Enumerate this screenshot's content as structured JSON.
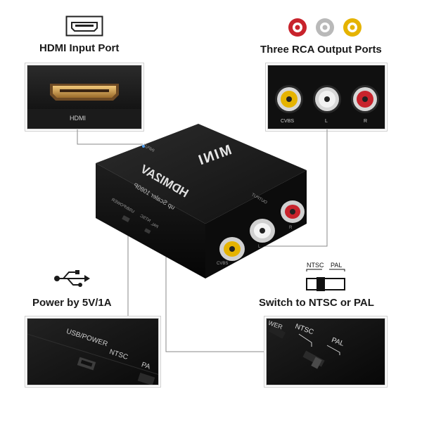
{
  "captions": {
    "hdmi_input_port": "HDMI Input Port",
    "three_rca_output_ports": "Three RCA Output Ports",
    "power": "Power by 5V/1A",
    "switch": "Switch to NTSC or PAL"
  },
  "hdmi_inset": {
    "port_label": "HDMI"
  },
  "rca_inset": {
    "labels": [
      "CVBS",
      "L",
      "R"
    ]
  },
  "device": {
    "brand": "MINI",
    "model": "HDMI2AV",
    "sub": "up Scaler 1080P",
    "input_label": "INPUT",
    "output_label": "OUTPUT",
    "usb_label": "USB/POWER",
    "ntsc_label": "NTSC",
    "pal_label": "PAL",
    "rca_labels": [
      "CVBS",
      "L",
      "R"
    ]
  },
  "switch_icon": {
    "left": "NTSC",
    "right": "PAL"
  },
  "power_inset": {
    "usb_label": "USB/POWER",
    "ntsc_label": "NTSC",
    "pal_label": "PA"
  },
  "switch_inset": {
    "left_label": "WER",
    "ntsc_label": "NTSC",
    "pal_label": "PAL"
  },
  "colors": {
    "rca_red": "#c8232c",
    "rca_white": "#b9b9b9",
    "rca_yellow": "#e5b300",
    "device_body": "#141414"
  }
}
